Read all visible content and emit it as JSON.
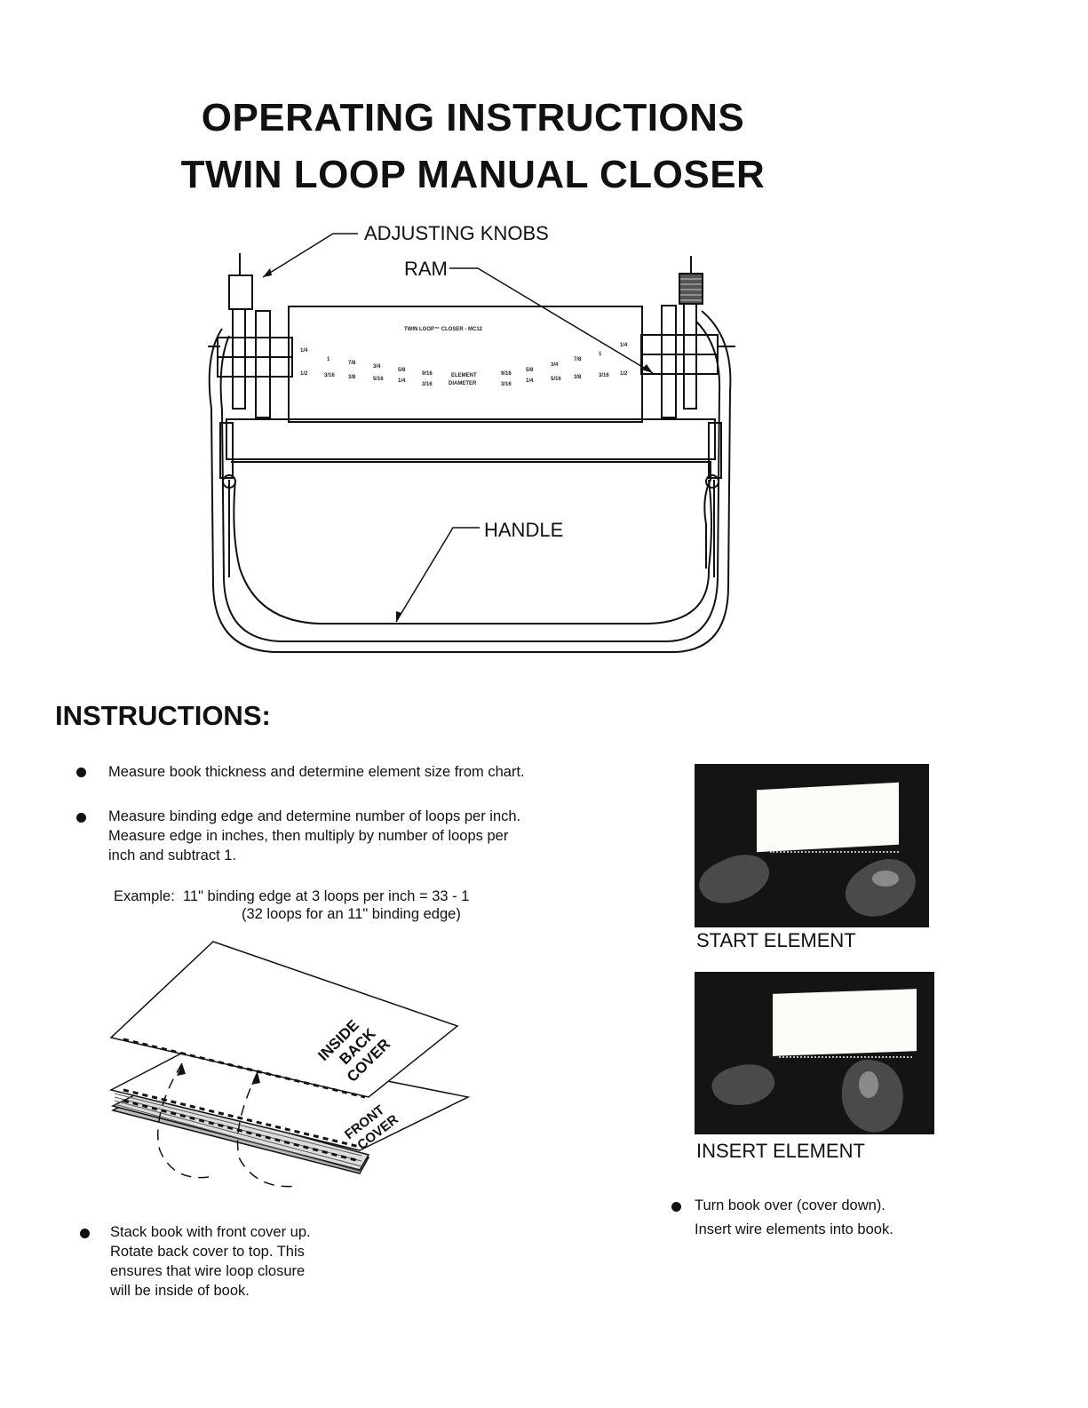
{
  "header": {
    "title_line1": "OPERATING INSTRUCTIONS",
    "title_line2": "TWIN LOOP MANUAL CLOSER"
  },
  "machine_diagram": {
    "callouts": {
      "adjusting_knobs": "ADJUSTING KNOBS",
      "ram": "RAM",
      "handle": "HANDLE"
    },
    "panel_title": "TWIN LOOP™ CLOSER - MC12",
    "center_label_line1": "ELEMENT",
    "center_label_line2": "DIAMETER",
    "left_top_labels": [
      "1/4",
      "1",
      "7/8",
      "3/4",
      "5/8",
      "9/16"
    ],
    "left_bottom_labels": [
      "1/2",
      "3/16",
      "3/8",
      "5/16",
      "1/4",
      "3/16"
    ],
    "right_top_labels": [
      "9/16",
      "5/8",
      "3/4",
      "7/8",
      "1",
      "1/4"
    ],
    "right_bottom_labels": [
      "3/16",
      "1/4",
      "5/16",
      "3/8",
      "3/16",
      "1/2"
    ]
  },
  "instructions": {
    "heading": "INSTRUCTIONS:",
    "step1": "Measure book thickness and determine element size from chart.",
    "step2_line1": "Measure binding edge and determine number of loops per inch.",
    "step2_line2": "Measure edge in inches, then multiply by number of loops per",
    "step2_line3": "inch and subtract 1.",
    "example_line1": "Example:  11\" binding edge at 3 loops per inch = 33 - 1",
    "example_line2": "(32 loops for an 11\" binding edge)",
    "step3_line1": "Stack book with front cover up.",
    "step3_line2": "Rotate back cover to top. This",
    "step3_line3": "ensures that wire loop closure",
    "step3_line4": "will be inside of book.",
    "step4_line1": "Turn book over (cover down).",
    "step4_line2": "Insert wire elements into book."
  },
  "book_diagram": {
    "inside_back_cover_line1": "INSIDE",
    "inside_back_cover_line2": "BACK",
    "inside_back_cover_line3": "COVER",
    "front_cover_line1": "FRONT",
    "front_cover_line2": "COVER"
  },
  "photos": {
    "start_caption": "START ELEMENT",
    "insert_caption": "INSERT ELEMENT"
  }
}
